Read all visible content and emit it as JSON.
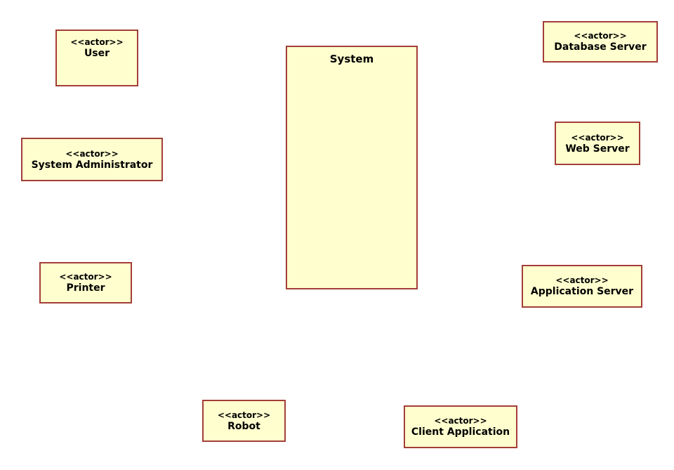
{
  "diagram": {
    "type": "uml-actor-diagram",
    "colors": {
      "canvas_bg": "#FFFFFF",
      "node_fill": "#FEFECE",
      "node_border": "#A33E38",
      "text": "#000000"
    },
    "nodes": [
      {
        "id": "user",
        "stereotype": "<<actor>>",
        "name": "User"
      },
      {
        "id": "system-administrator",
        "stereotype": "<<actor>>",
        "name": "System Administrator"
      },
      {
        "id": "printer",
        "stereotype": "<<actor>>",
        "name": "Printer"
      },
      {
        "id": "system",
        "name": "System"
      },
      {
        "id": "database-server",
        "stereotype": "<<actor>>",
        "name": "Database Server"
      },
      {
        "id": "web-server",
        "stereotype": "<<actor>>",
        "name": "Web Server"
      },
      {
        "id": "application-server",
        "stereotype": "<<actor>>",
        "name": "Application Server"
      },
      {
        "id": "robot",
        "stereotype": "<<actor>>",
        "name": "Robot"
      },
      {
        "id": "client-application",
        "stereotype": "<<actor>>",
        "name": "Client Application"
      }
    ]
  }
}
